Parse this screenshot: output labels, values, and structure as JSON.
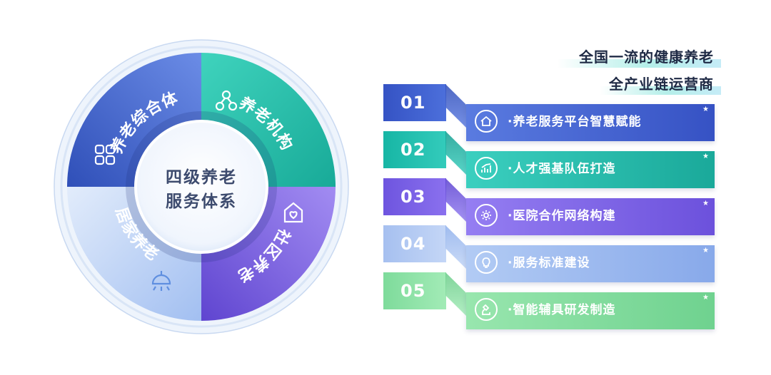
{
  "diagram": {
    "center_line1": "四级养老",
    "center_line2": "服务体系",
    "quadrants": [
      {
        "label": "养老综合体",
        "icon": "grid-icon",
        "color": "#3f5fc8"
      },
      {
        "label": "养老机构",
        "icon": "network-icon",
        "color": "#27c3ad"
      },
      {
        "label": "社区养老",
        "icon": "home-heart-icon",
        "color": "#7d63e3"
      },
      {
        "label": "居家养老",
        "icon": "lamp-icon",
        "color": "#a9c6f2"
      }
    ]
  },
  "taglines": [
    "全国一流的健康养老",
    "全产业链运营商"
  ],
  "steps": [
    {
      "num": "01",
      "label": "·养老服务平台智慧赋能",
      "icon": "home-icon",
      "color_tab": "#3d5fcf",
      "color_bar": "#4a6cd8"
    },
    {
      "num": "02",
      "label": "·人才强基队伍打造",
      "icon": "chart-up-icon",
      "color_tab": "#20c1b0",
      "color_bar": "#2ec7b7"
    },
    {
      "num": "03",
      "label": "·医院合作网络构建",
      "icon": "gear-icon",
      "color_tab": "#7b62e6",
      "color_bar": "#8a70ee"
    },
    {
      "num": "04",
      "label": "·服务标准建设",
      "icon": "lightbulb-icon",
      "color_tab": "#b3cbf4",
      "color_bar": "#9fbcef"
    },
    {
      "num": "05",
      "label": "·智能辅具研发制造",
      "icon": "microscope-icon",
      "color_tab": "#8de4a6",
      "color_bar": "#86dfa2"
    }
  ]
}
